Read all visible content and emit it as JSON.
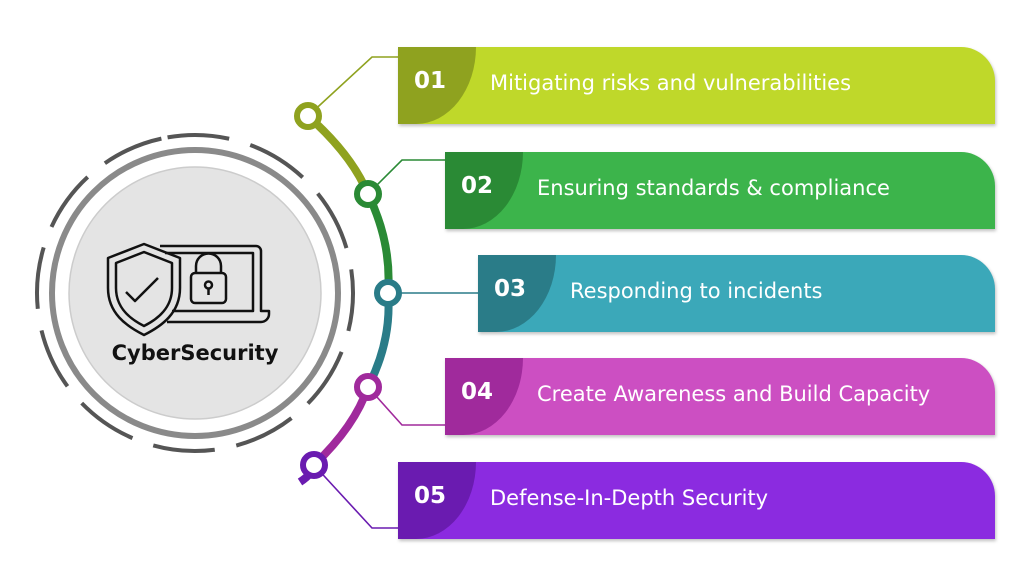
{
  "center": {
    "title": "CyberSecurity",
    "icon": "shield-laptop-lock-icon"
  },
  "items": [
    {
      "number": "01",
      "label": "Mitigating risks and vulnerabilities",
      "color": "#bfd82a",
      "dark": "#8fa21f"
    },
    {
      "number": "02",
      "label": "Ensuring standards & compliance",
      "color": "#3cb44b",
      "dark": "#2a8a35"
    },
    {
      "number": "03",
      "label": "Responding to incidents",
      "color": "#3ba8b9",
      "dark": "#2a7c88"
    },
    {
      "number": "04",
      "label": "Create Awareness and Build Capacity",
      "color": "#cc4fc2",
      "dark": "#a02a9c"
    },
    {
      "number": "05",
      "label": "Defense-In-Depth Security",
      "color": "#8b2be0",
      "dark": "#6a1bb0"
    }
  ]
}
